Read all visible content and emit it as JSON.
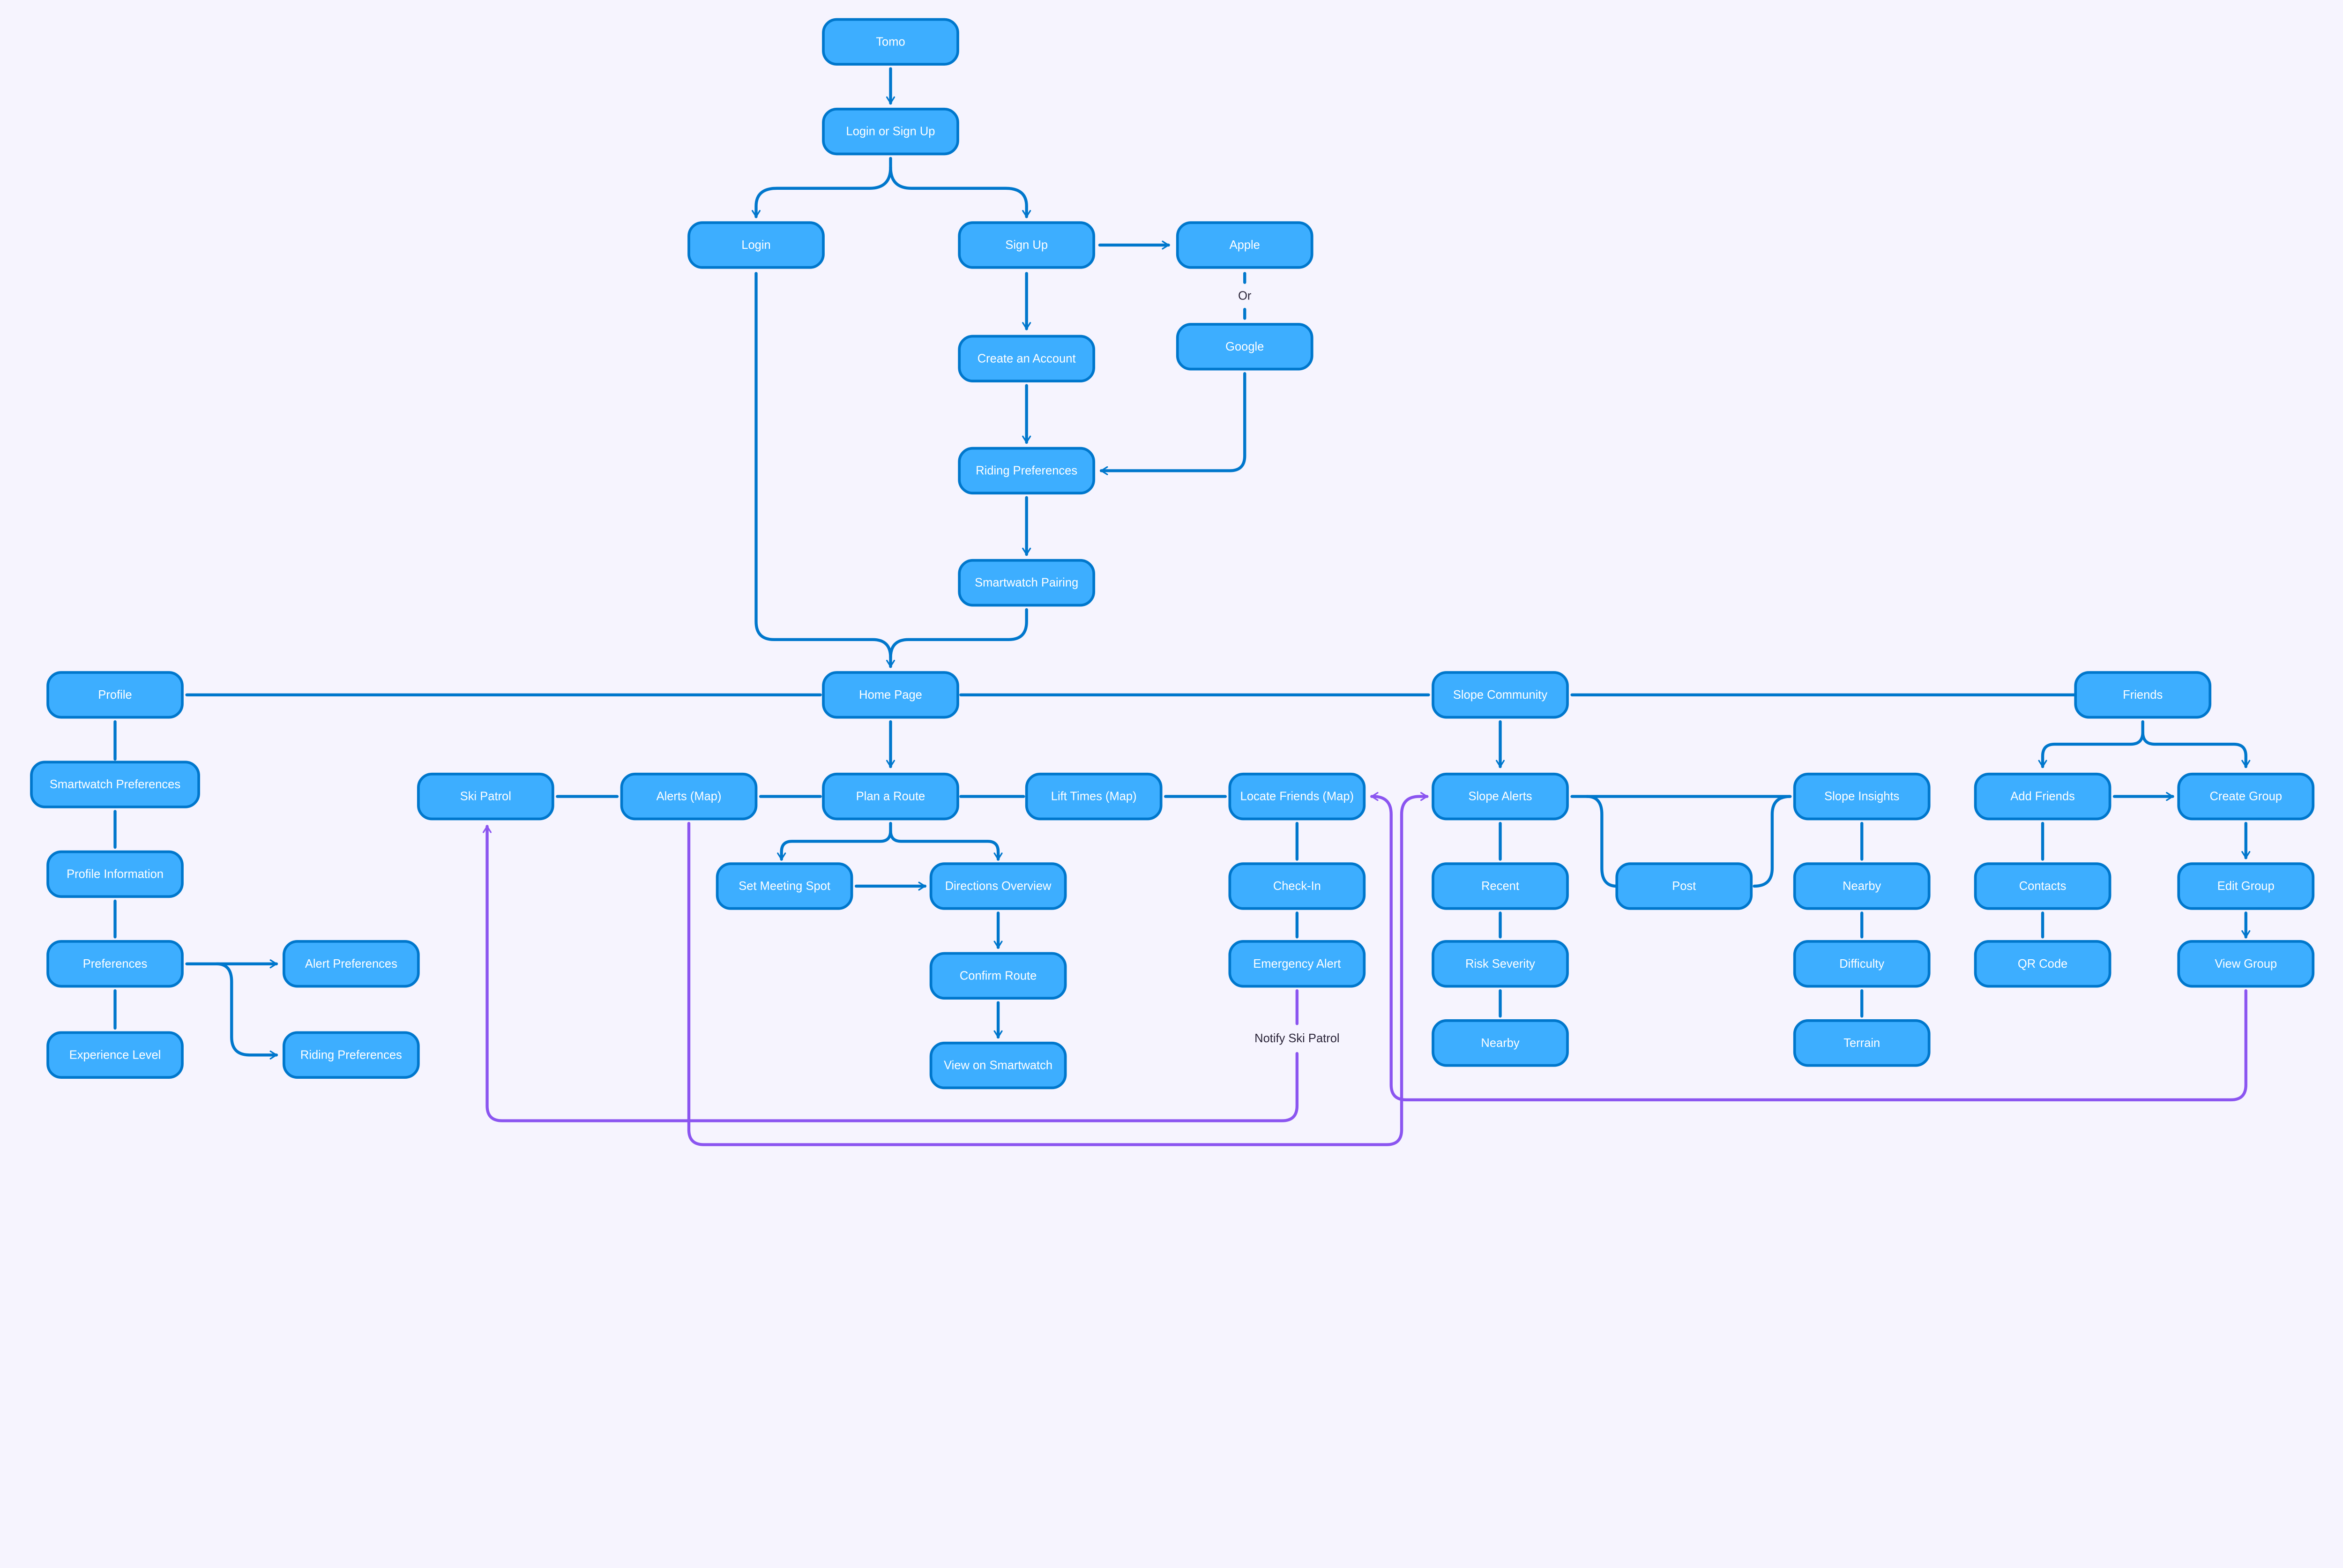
{
  "colors": {
    "node_fill": "#3DAEFF",
    "node_border": "#0077CC",
    "connector": "#0077CC",
    "cross_link": "#8B55F0",
    "background": "#F6F4FE"
  },
  "nodes": [
    "Tomo",
    "Login or Sign Up",
    "Login",
    "Sign Up",
    "Apple",
    "Google",
    "Create an Account",
    "Riding Preferences",
    "Smartwatch Pairing",
    "Home Page",
    "Profile",
    "Slope Community",
    "Friends",
    "Smartwatch Preferences",
    "Profile Information",
    "Preferences",
    "Experience Level",
    "Alert Preferences",
    "Riding Preferences",
    "Ski Patrol",
    "Alerts (Map)",
    "Plan a Route",
    "Lift Times (Map)",
    "Locate Friends (Map)",
    "Set Meeting Spot",
    "Directions Overview",
    "Confirm Route",
    "View on Smartwatch",
    "Check-In",
    "Emergency Alert",
    "Slope Alerts",
    "Recent",
    "Risk Severity",
    "Nearby",
    "Post",
    "Slope Insights",
    "Nearby",
    "Difficulty",
    "Terrain",
    "Add Friends",
    "Create Group",
    "Contacts",
    "QR Code",
    "Edit Group",
    "View Group"
  ],
  "labels": {
    "or": "Or",
    "notify_ski_patrol": "Notify Ski Patrol"
  }
}
